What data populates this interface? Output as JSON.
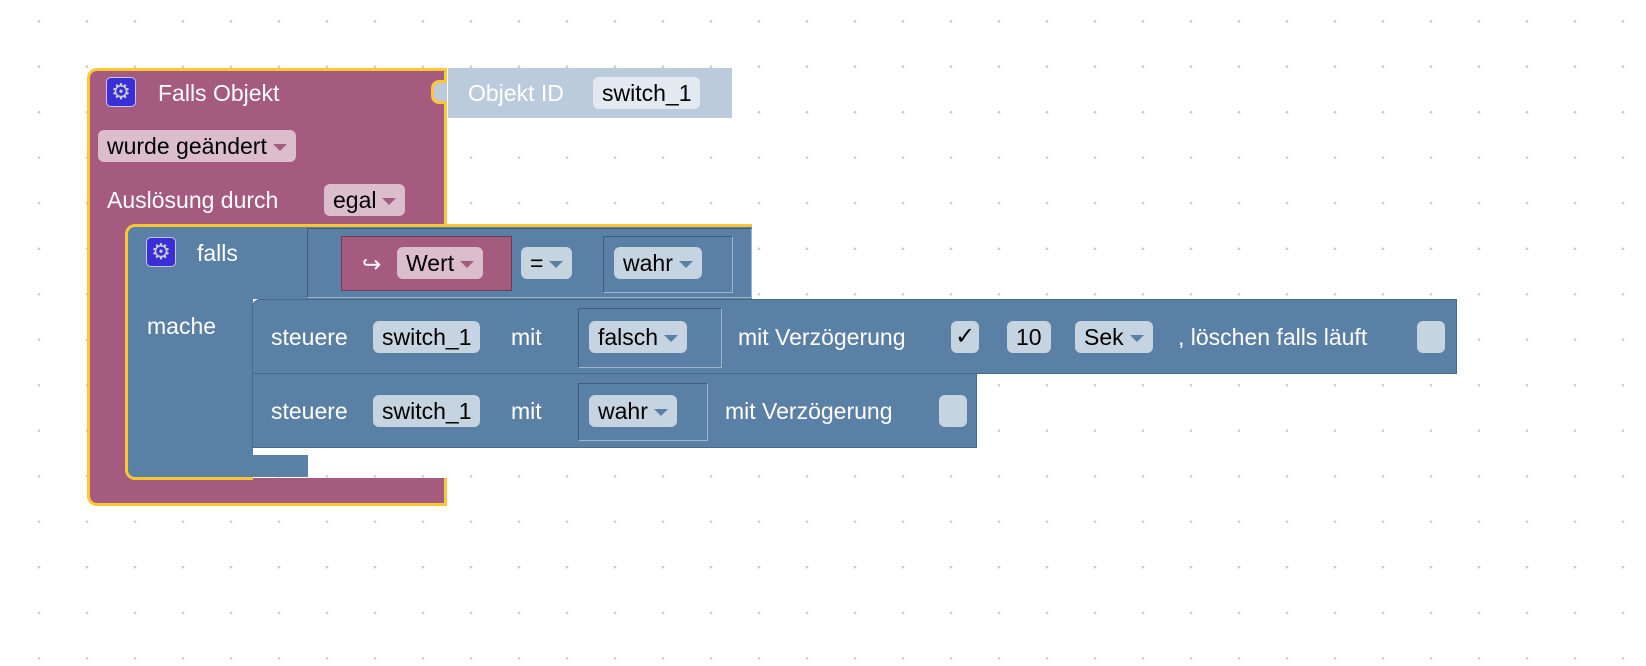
{
  "trigger": {
    "title": "Falls Objekt",
    "object_id_label": "Objekt ID",
    "object_id": "switch_1",
    "condition": "wurde geändert",
    "trigger_label": "Auslösung durch",
    "trigger_value": "egal"
  },
  "if_block": {
    "label": "falls",
    "do_label": "mache",
    "compare": {
      "left_icon": "↪",
      "left": "Wert",
      "op": "=",
      "right": "wahr"
    }
  },
  "statements": [
    {
      "label": "steuere",
      "object": "switch_1",
      "with": "mit",
      "value": "falsch",
      "delay_label": "mit Verzögerung",
      "delay_checked": "✓",
      "delay": "10",
      "unit": "Sek",
      "clear_label": ", löschen falls läuft"
    },
    {
      "label": "steuere",
      "object": "switch_1",
      "with": "mit",
      "value": "wahr",
      "delay_label": "mit Verzögerung"
    }
  ],
  "colors": {
    "trigger": "#a55b80",
    "logic": "#5b80a5",
    "selected": "#fcc732"
  }
}
